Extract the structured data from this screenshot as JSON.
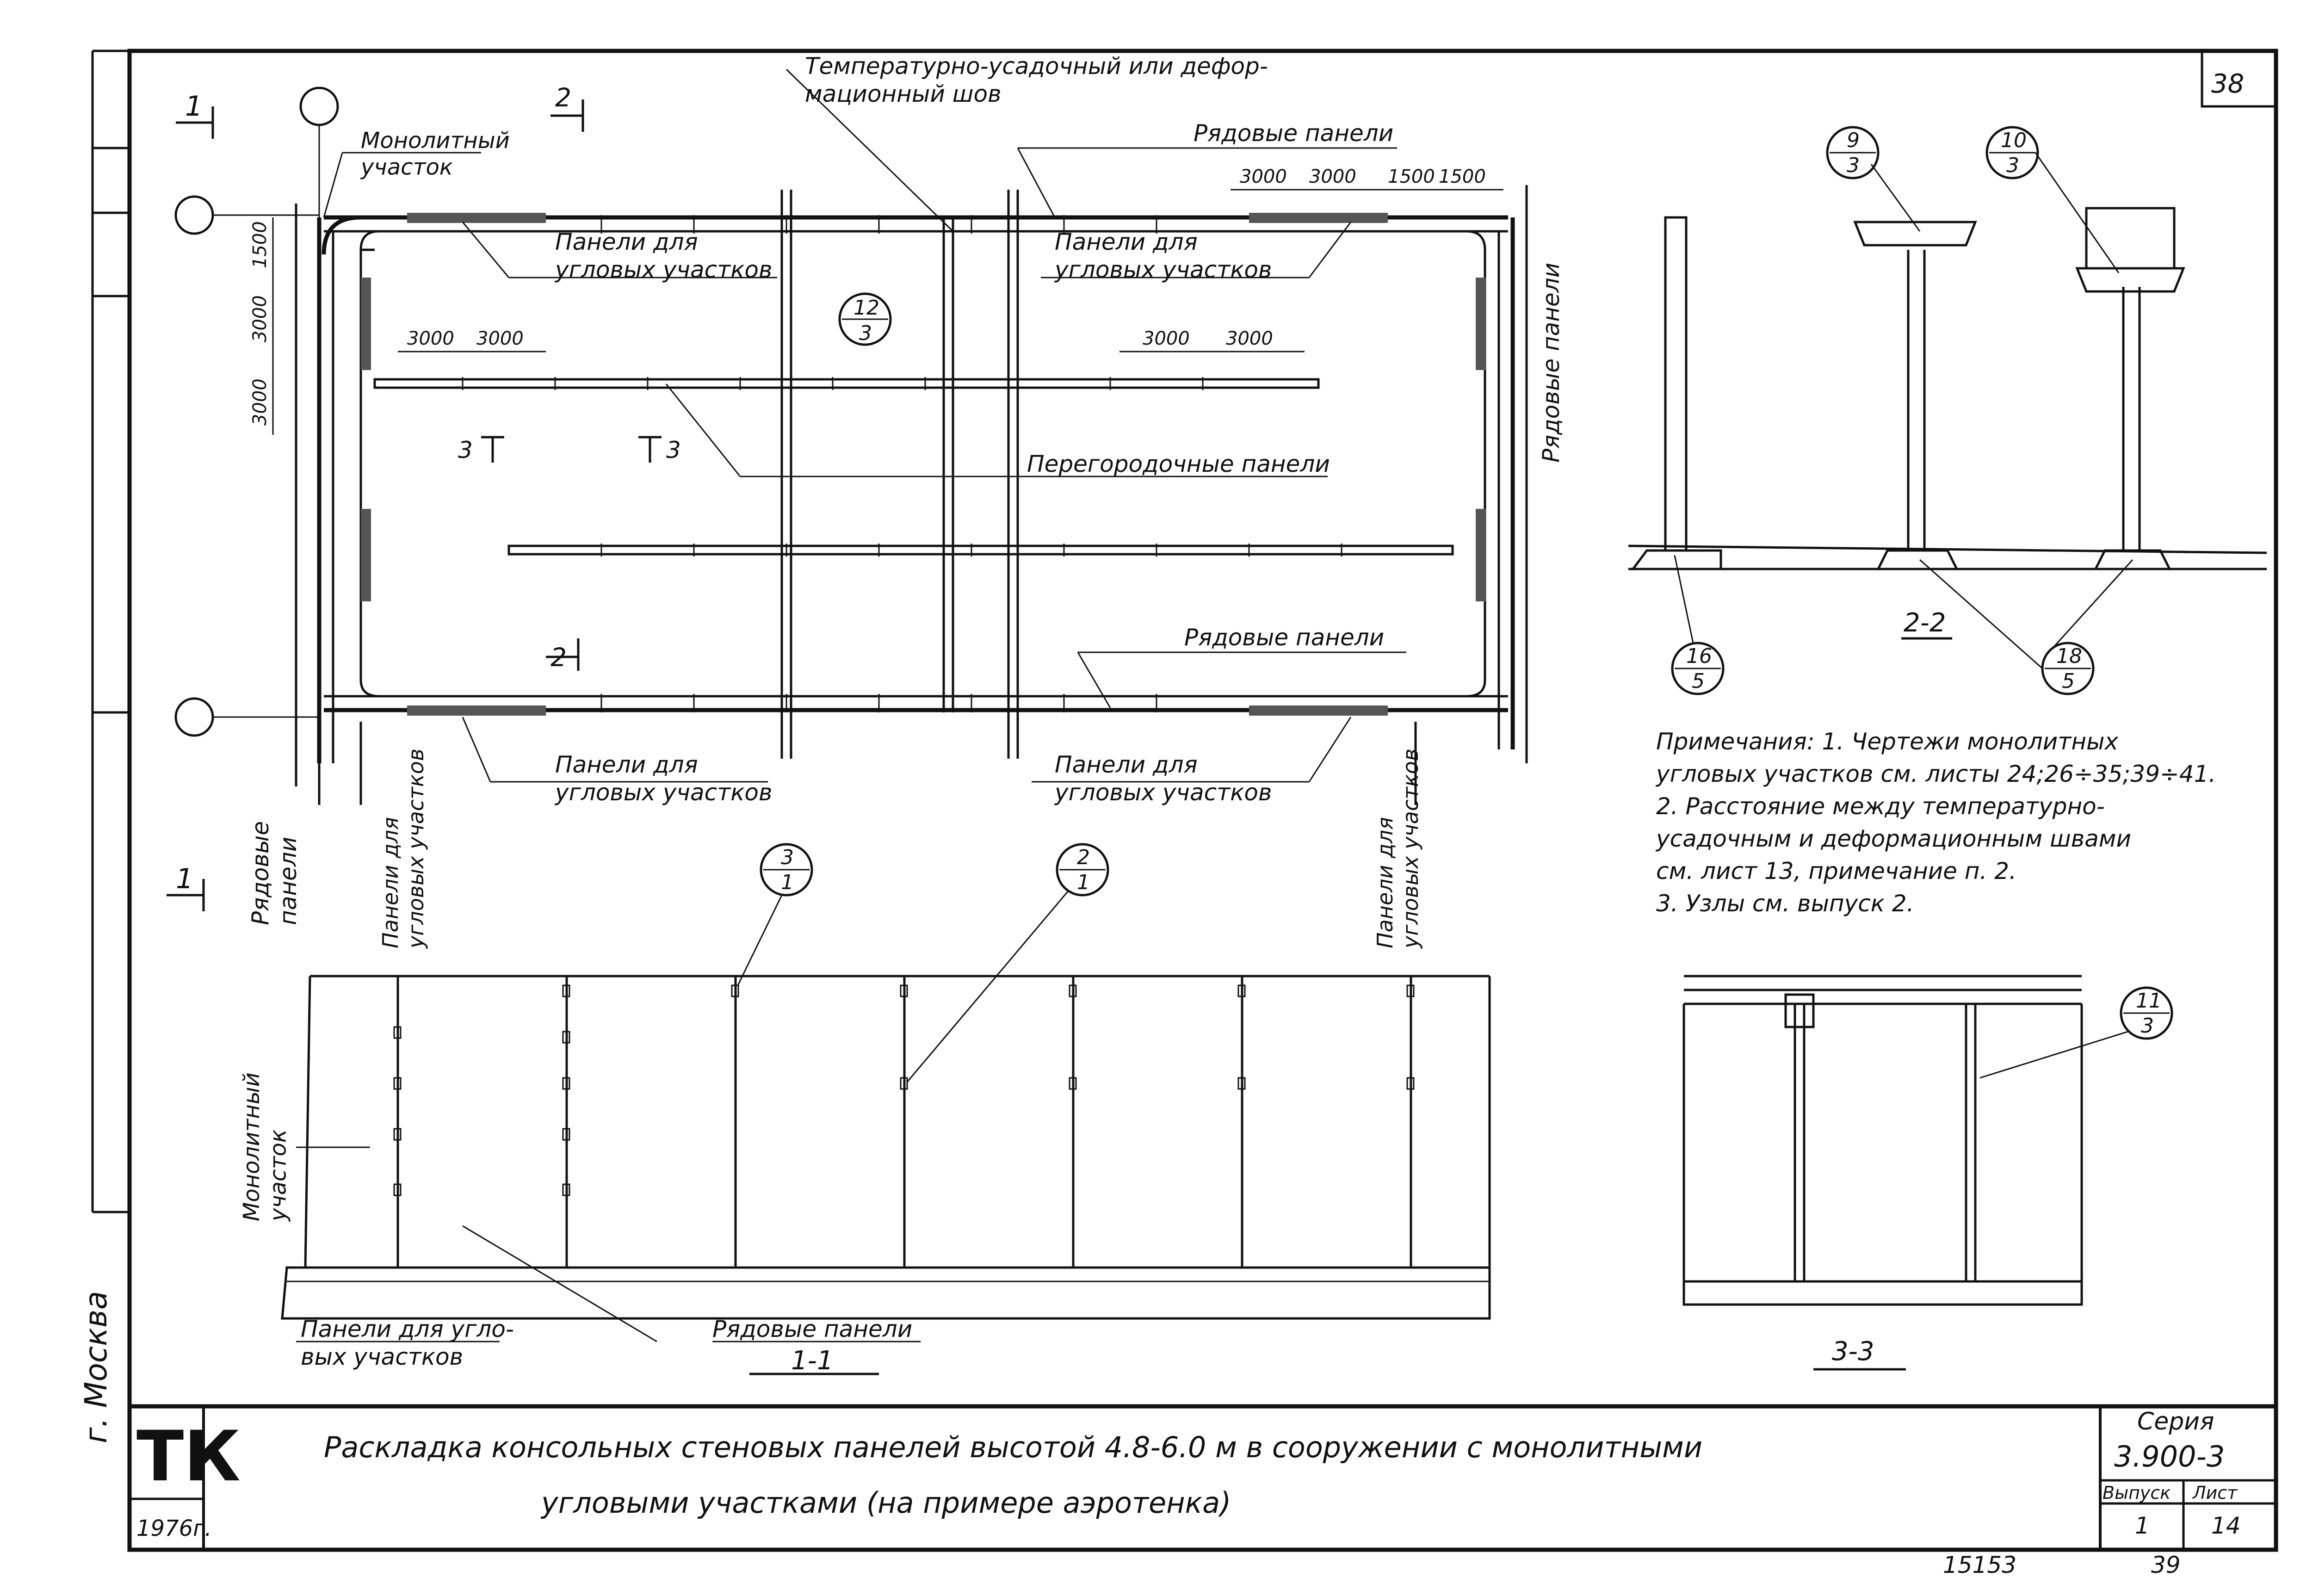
{
  "sheet": {
    "page_number": "38",
    "city": "г. Москва",
    "org": "ТК",
    "year": "1976г.",
    "bottom_number_left": "15153",
    "bottom_number_right": "39"
  },
  "plan": {
    "label_seam": "Температурно-усадочный  или  дефор-\nмационный  шов",
    "label_monolith": "Монолитный\nучасток",
    "label_row_panels_top": "Рядовые панели",
    "label_row_panels_mid": "Рядовые панели",
    "label_row_panels_right": "Рядовые панели",
    "label_row_panels_left": "Рядовые\nпанели",
    "label_corner_panels_tl": "Панели для\nугловых участков",
    "label_corner_panels_tr": "Панели для\nугловых участков",
    "label_corner_panels_bl": "Панели для\nугловых участков",
    "label_corner_panels_br": "Панели для\nугловых участков",
    "label_corner_panels_vert_left": "Панели для\nугловых участков",
    "label_corner_panels_vert_right": "Панели для\nугловых участков",
    "label_partition": "Перегородочные панели",
    "dims_top": [
      "3000",
      "3000",
      "1500",
      "1500"
    ],
    "dims_left": [
      "1500",
      "3000",
      "3000"
    ],
    "dims_inner_left": [
      "3000",
      "3000"
    ],
    "dims_inner_right": [
      "3000",
      "3000"
    ],
    "section_marks": [
      "1",
      "1",
      "2",
      "2",
      "3",
      "3"
    ],
    "callout_12": {
      "num": "12",
      "den": "3"
    }
  },
  "section22": {
    "title": "2-2",
    "callout_9": {
      "num": "9",
      "den": "3"
    },
    "callout_10": {
      "num": "10",
      "den": "3"
    },
    "callout_16": {
      "num": "16",
      "den": "5"
    },
    "callout_18": {
      "num": "18",
      "den": "5"
    }
  },
  "notes": {
    "lines": [
      "Примечания: 1. Чертежи  монолитных",
      "угловых  участков  см. листы 24;26÷35;39÷41.",
      "2. Расстояние  между  температурно-",
      "усадочным  и  деформационным  швами",
      "см. лист 13,  примечание  п. 2.",
      "3. Узлы  см.  выпуск 2."
    ]
  },
  "section11": {
    "title": "1-1",
    "label_monolith": "Монолитный\nучасток",
    "label_corner": "Панели для угло-\nвых участков",
    "label_row": "Рядовые панели",
    "callout_3": {
      "num": "3",
      "den": "1"
    },
    "callout_2": {
      "num": "2",
      "den": "1"
    }
  },
  "section33": {
    "title": "3-3",
    "callout_11": {
      "num": "11",
      "den": "3"
    }
  },
  "title_block": {
    "title_line1": "Раскладка  консольных  стеновых  панелей  высотой  4.8-6.0 м  в сооружении  с монолитными",
    "title_line2": "угловыми  участками  (на  примере  аэротенка)",
    "series_label": "Серия",
    "series": "3.900-3",
    "issue_label": "Выпуск",
    "issue": "1",
    "sheet_label": "Лист",
    "sheet": "14"
  }
}
